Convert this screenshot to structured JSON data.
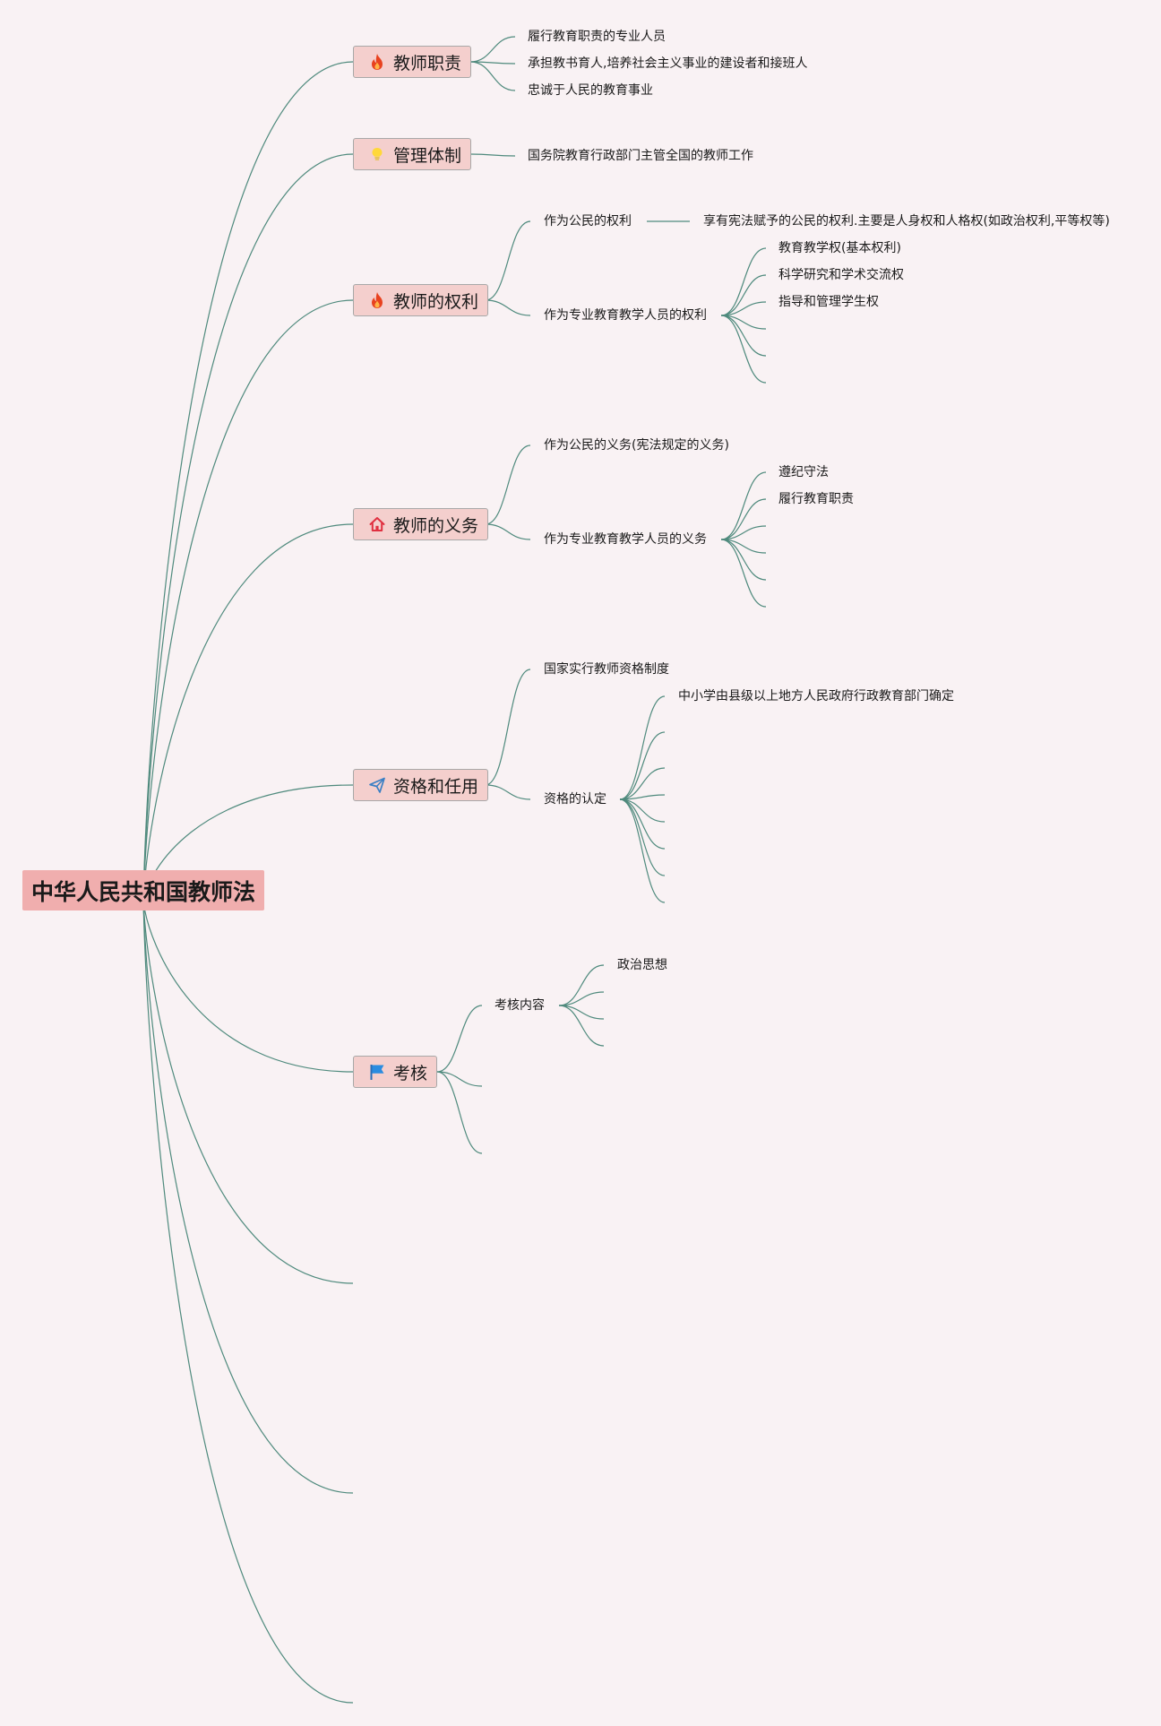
{
  "root": {
    "label": "中华人民共和国教师法"
  },
  "topics": [
    {
      "label": "教师职责",
      "icon": "fire-icon",
      "children": [
        "履行教育职责的专业人员",
        "承担教书育人,培养社会主义事业的建设者和接班人",
        "忠诚于人民的教育事业"
      ]
    },
    {
      "label": "管理体制",
      "icon": "lightbulb-icon",
      "children": [
        "国务院教育行政部门主管全国的教师工作"
      ]
    },
    {
      "label": "教师的权利",
      "icon": "fire-icon",
      "subtopics": [
        {
          "label": "作为公民的权利",
          "children": [
            "享有宪法赋予的公民的权利.主要是人身权和人格权(如政治权利,平等权等)"
          ]
        },
        {
          "label": "作为专业教育教学人员的权利",
          "children": [
            "教育教学权(基本权利)",
            "科学研究和学术交流权",
            "指导和管理学生权"
          ]
        }
      ]
    },
    {
      "label": "教师的义务",
      "icon": "house-icon",
      "subtopics": [
        {
          "label": "作为公民的义务(宪法规定的义务)"
        },
        {
          "label": "作为专业教育教学人员的义务",
          "children": [
            "遵纪守法",
            "履行教育职责"
          ]
        }
      ]
    },
    {
      "label": "资格和任用",
      "icon": "paper-plane-icon",
      "subtopics": [
        {
          "label": "国家实行教师资格制度"
        },
        {
          "label": "资格的认定",
          "children": [
            "中小学由县级以上地方人民政府行政教育部门确定"
          ]
        }
      ]
    },
    {
      "label": "考核",
      "icon": "flag-icon",
      "subtopics": [
        {
          "label": "考核内容",
          "children": [
            "政治思想"
          ]
        }
      ]
    }
  ],
  "colors": {
    "background": "#f9f2f4",
    "root_fill": "#f0aeae",
    "topic_fill": "#f4cfcd",
    "topic_border": "#a8a8a8",
    "connector": "#4f8a7d"
  }
}
